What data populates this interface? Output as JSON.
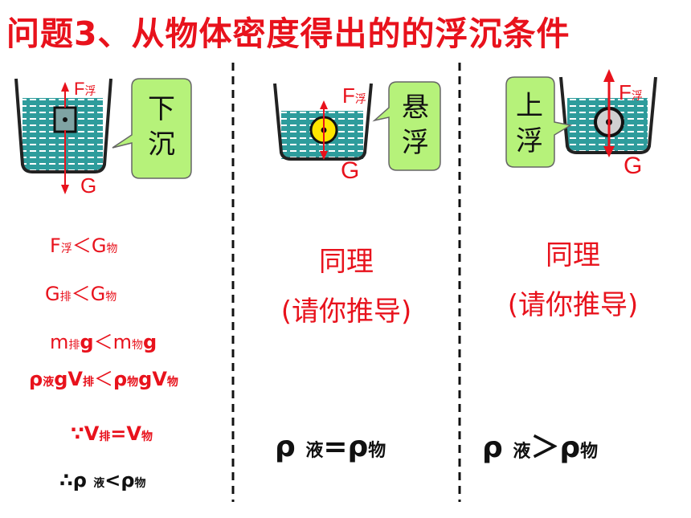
{
  "title": "问题3、从物体密度得出的的浮沉条件",
  "colors": {
    "accent_red": "#e8121c",
    "water": "#2e9c9c",
    "callout_fill": "#b6f27a",
    "ball_yellow": "#ffe600"
  },
  "panels": {
    "sink": {
      "callout": "下沉",
      "force_up": "F",
      "force_up_sub": "浮",
      "force_down": "G",
      "formulas": {
        "f1_a": "F",
        "f1_a_sub": "浮",
        "f1_op": "＜",
        "f1_b": "G",
        "f1_b_sub": "物",
        "f2_a": "G",
        "f2_a_sub": "排",
        "f2_op": "＜",
        "f2_b": "G",
        "f2_b_sub": "物",
        "f3_a": "m",
        "f3_a_sub": "排",
        "f3_g": "g",
        "f3_op": "＜",
        "f3_b": "m",
        "f3_b_sub": "物",
        "f3_g2": "g",
        "f4_a": "ρ",
        "f4_a_sub": "液",
        "f4_g": "gV",
        "f4_v_sub": "排",
        "f4_op": "＜",
        "f4_b": "ρ",
        "f4_b_sub": "物",
        "f4_g2": "gV",
        "f4_v2_sub": "物",
        "f5_pre": "∵V",
        "f5_sub": "排",
        "f5_eq": "=V",
        "f5_sub2": "物",
        "f6_pre": "∴ρ ",
        "f6_sub": "液",
        "f6_op": "<ρ",
        "f6_sub2": "物"
      }
    },
    "suspend": {
      "callout": "悬浮",
      "force_up": "F",
      "force_up_sub": "浮",
      "force_down": "G",
      "same": "同理",
      "derive": "(请你推导)",
      "result_a": "ρ ",
      "result_a_sub": "液",
      "result_op": "=ρ",
      "result_b_sub": "物"
    },
    "float": {
      "callout": "上浮",
      "force_up": "F",
      "force_up_sub": "浮",
      "force_down": "G",
      "same": "同理",
      "derive": "(请你推导)",
      "result_a": "ρ ",
      "result_a_sub": "液",
      "result_op": "＞ρ",
      "result_b_sub": "物"
    }
  }
}
